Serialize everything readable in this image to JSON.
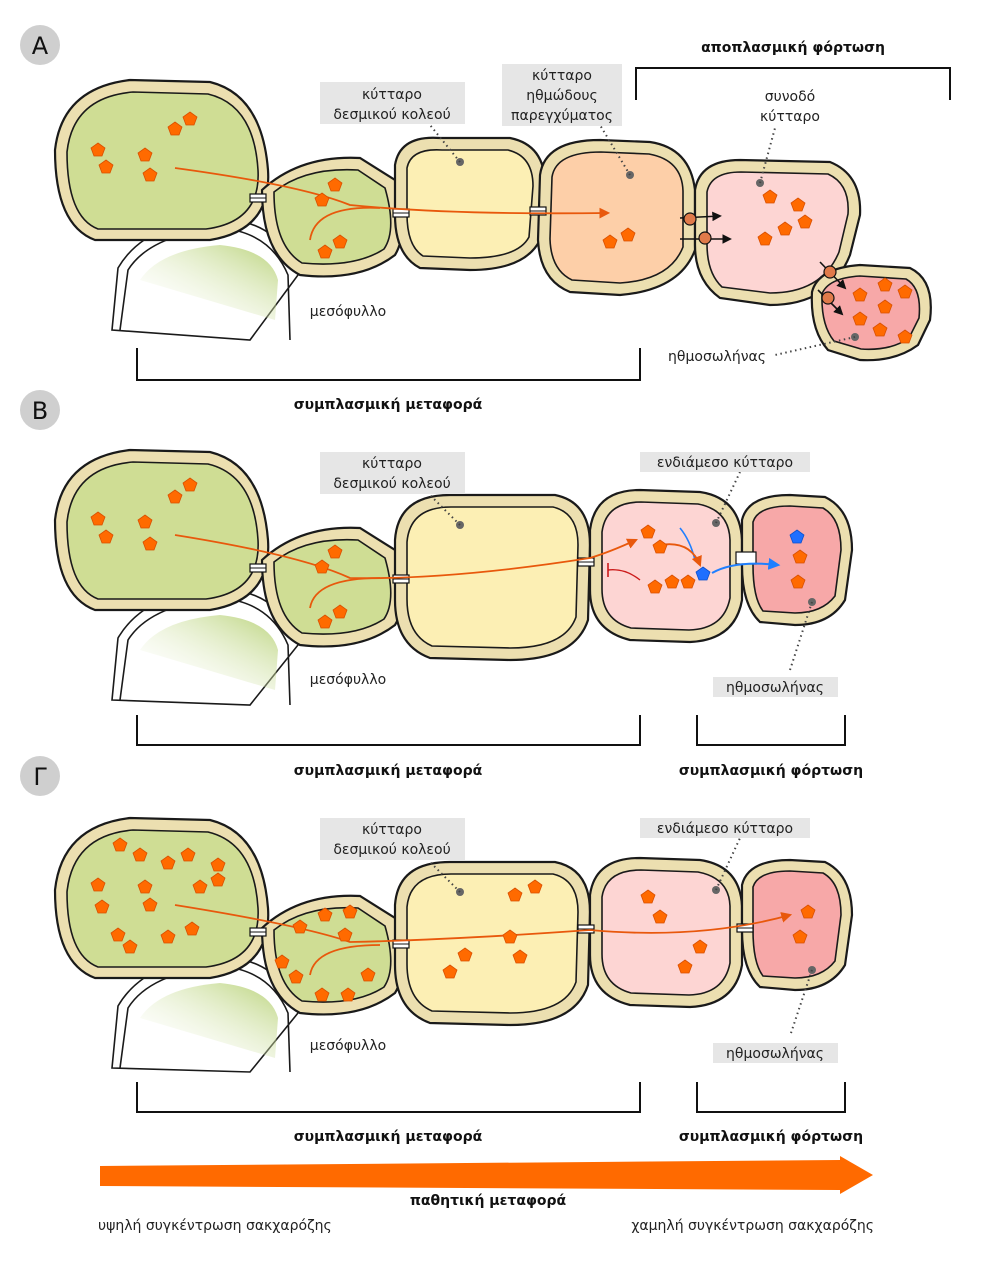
{
  "panels": [
    {
      "letter": "Α",
      "labels": {
        "bundle_sheath": [
          "κύτταρο",
          "δεσμικού κολεού"
        ],
        "phloem_parenchyma": [
          "κύτταρο",
          "ηθμώδους",
          "παρεγχύματος"
        ],
        "companion_cell": [
          "συνοδό",
          "κύτταρο"
        ],
        "sieve_tube": "ηθμοσωλήνας",
        "mesophyll": "μεσόφυλλο"
      },
      "brackets": {
        "apoplastic_loading": "αποπλασμική φόρτωση",
        "symplastic_transport": "συμπλασμική μεταφορά"
      }
    },
    {
      "letter": "Β",
      "labels": {
        "bundle_sheath": [
          "κύτταρο",
          "δεσμικού κολεού"
        ],
        "intermediary_cell": "ενδιάμεσο κύτταρο",
        "sieve_tube": "ηθμοσωλήνας",
        "mesophyll": "μεσόφυλλο"
      },
      "brackets": {
        "symplastic_transport": "συμπλασμική μεταφορά",
        "symplastic_loading": "συμπλασμική φόρτωση"
      }
    },
    {
      "letter": "Γ",
      "labels": {
        "bundle_sheath": [
          "κύτταρο",
          "δεσμικού κολεού"
        ],
        "intermediary_cell": "ενδιάμεσο κύτταρο",
        "sieve_tube": "ηθμοσωλήνας",
        "mesophyll": "μεσόφυλλο"
      },
      "brackets": {
        "symplastic_transport": "συμπλασμική μεταφορά",
        "symplastic_loading": "συμπλασμική φόρτωση"
      }
    }
  ],
  "gradient": {
    "label": "παθητική μεταφορά",
    "left": "υψηλή συγκέντρωση σακχαρόζης",
    "right": "χαμηλή συγκέντρωση σακχαρόζης"
  },
  "colors": {
    "mesophyll": "#cfdd94",
    "bundle_sheath": "#fcefb4",
    "phloem_parenchyma": "#fdcfa8",
    "companion_cell": "#fdd5d3",
    "sieve_tube": "#f7a8a8",
    "wall": "#ecdfb0",
    "sucrose": "#ff6a00",
    "raffinose_marker": "#1f6fff",
    "arrow": "#ff6a00"
  }
}
